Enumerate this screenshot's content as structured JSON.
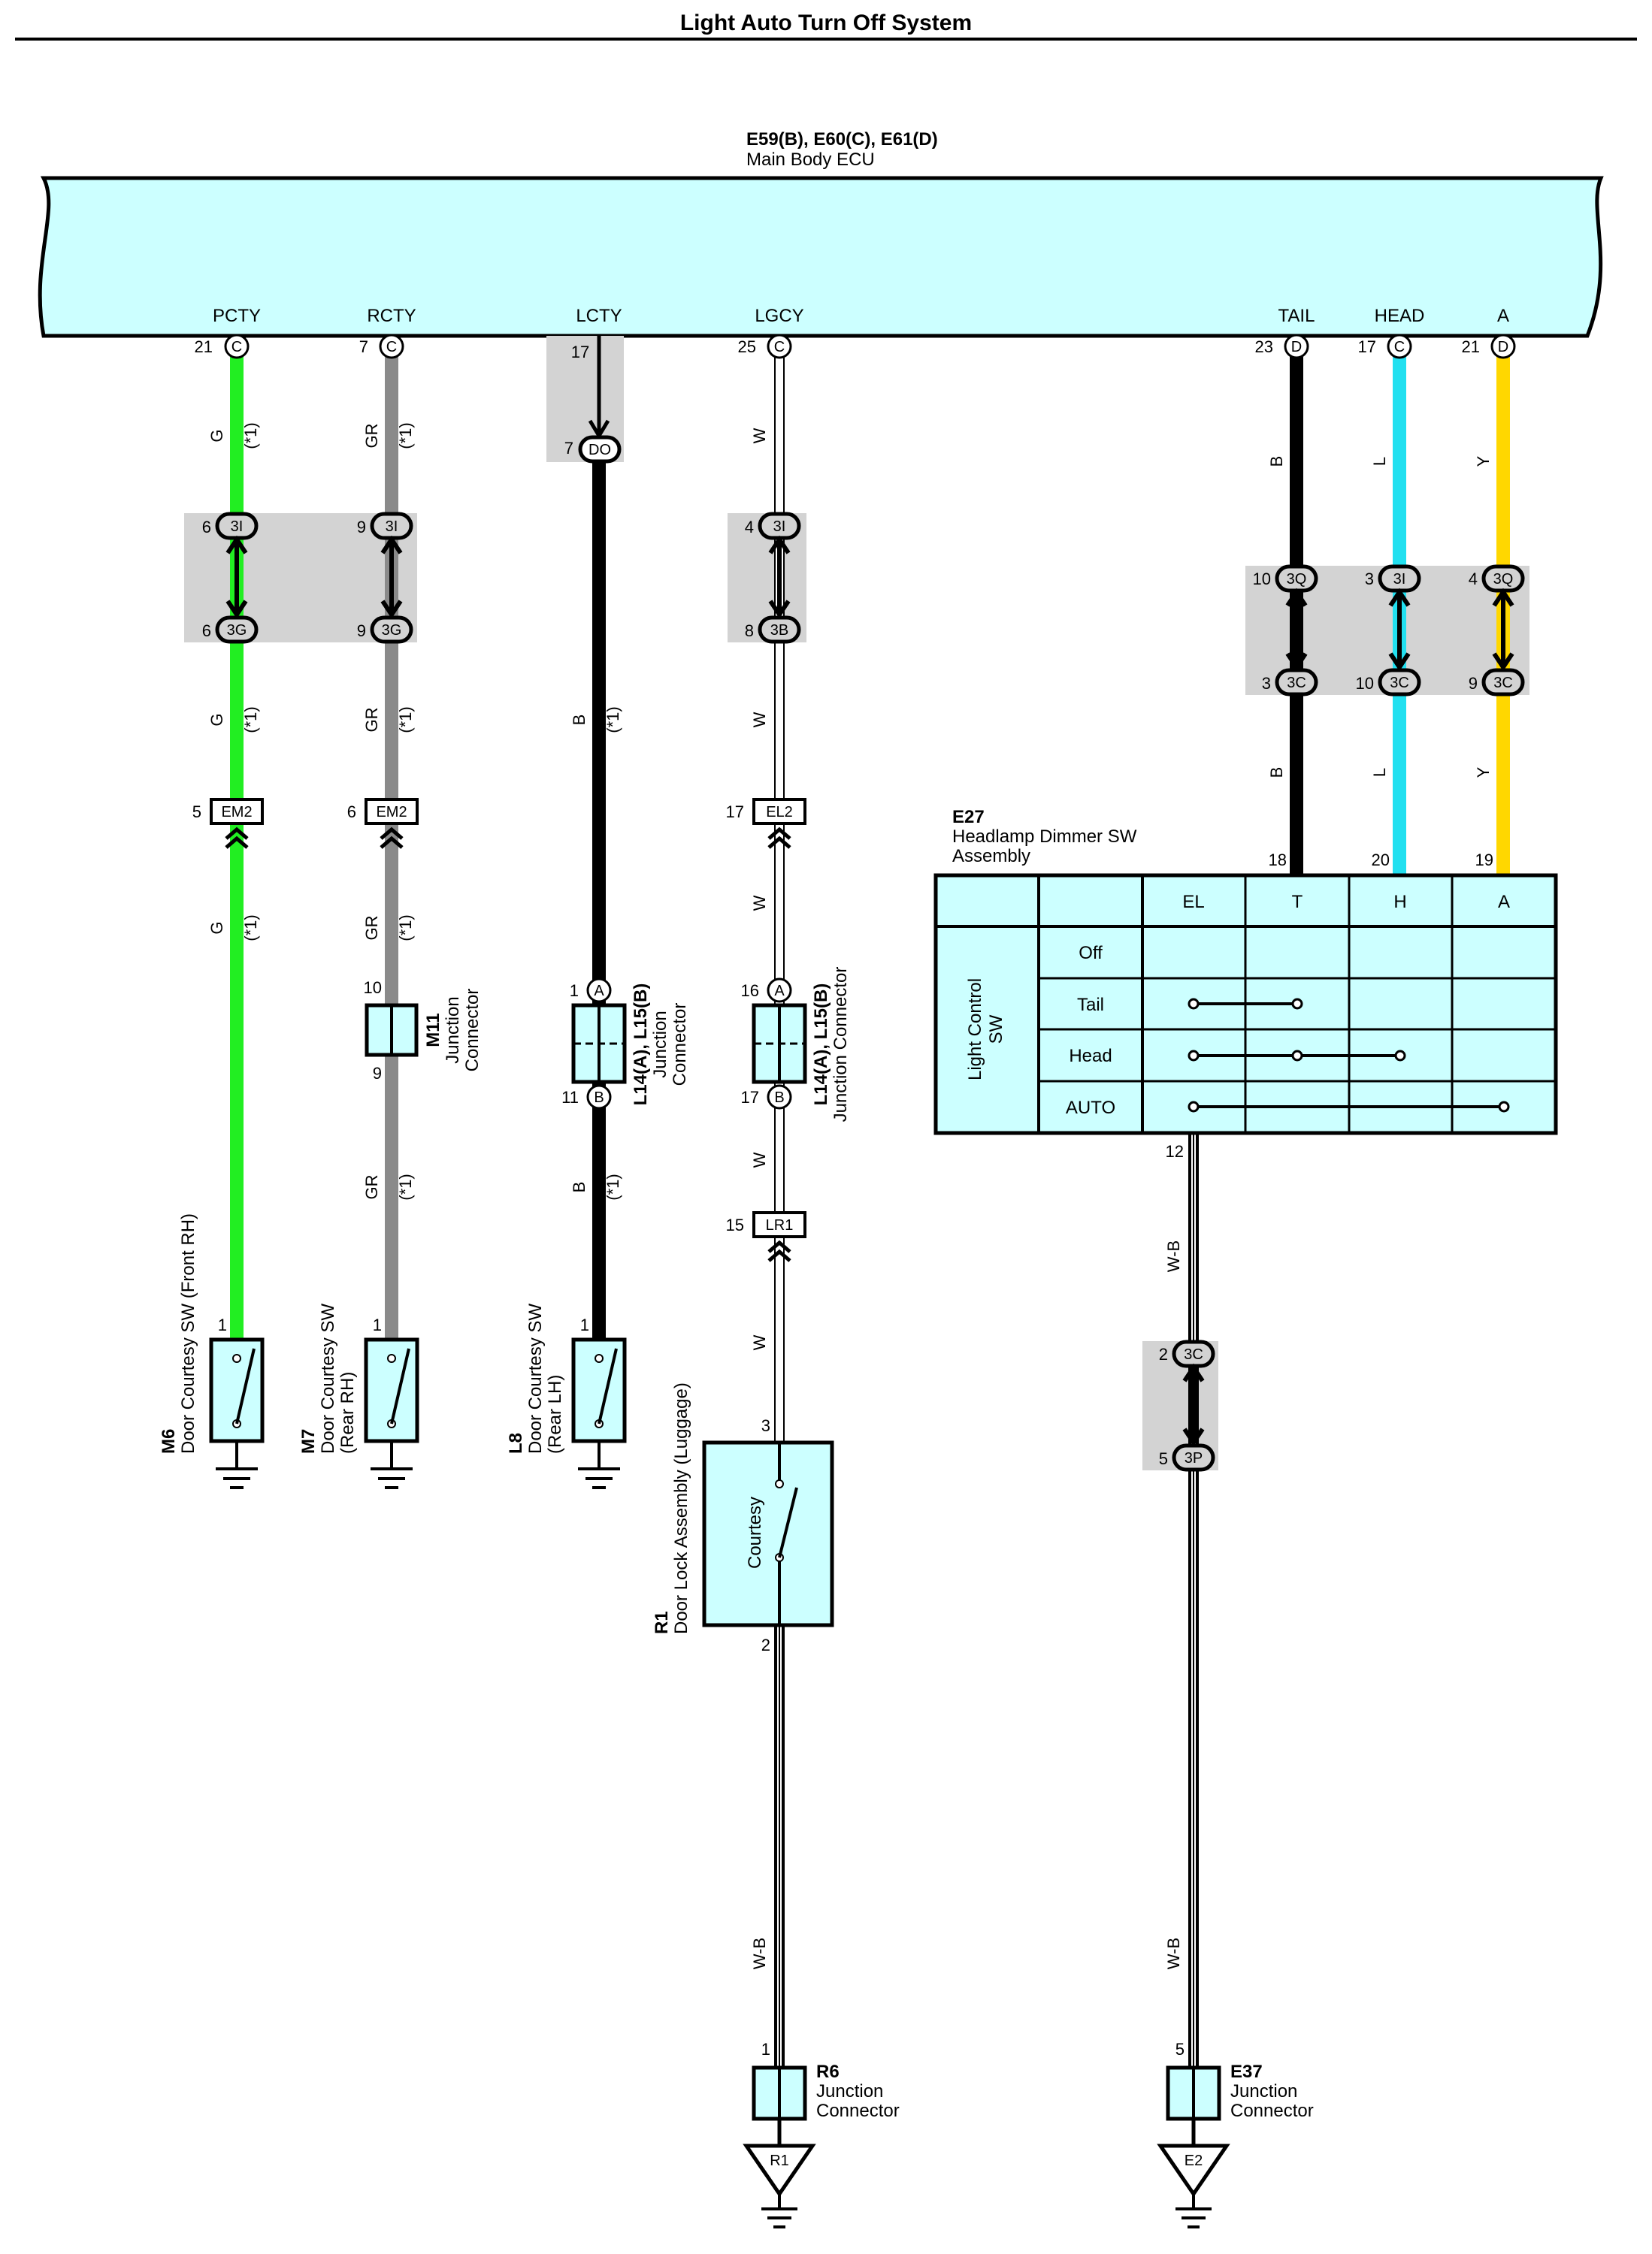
{
  "page": {
    "title": "Light Auto Turn Off System"
  },
  "ecu": {
    "ids": "E59(B), E60(C), E61(D)",
    "name": "Main Body ECU",
    "terminals": [
      {
        "name": "PCTY",
        "pin": "21",
        "conn": "C"
      },
      {
        "name": "RCTY",
        "pin": "7",
        "conn": "C"
      },
      {
        "name": "LCTY",
        "pin": "17",
        "conn": ""
      },
      {
        "name": "LGCY",
        "pin": "25",
        "conn": "C"
      },
      {
        "name": "TAIL",
        "pin": "23",
        "conn": "D"
      },
      {
        "name": "HEAD",
        "pin": "17",
        "conn": "C"
      },
      {
        "name": "A",
        "pin": "21",
        "conn": "D"
      }
    ]
  },
  "wire_colors": {
    "G": "#22ee22",
    "GR": "#8a8a8a",
    "B": "#000000",
    "W": "#ffffff",
    "L": "#22e0f0",
    "Y": "#ffd700",
    "W-B": "#000000",
    "component_fill": "#ccffff",
    "relay_shade": "#d3d3d3"
  },
  "note": "(*1)",
  "pcty": {
    "wire": "G",
    "j1": {
      "pin_top": "6",
      "conn_top": "3I",
      "pin_bot": "6",
      "conn_bot": "3G"
    },
    "em": {
      "pin": "5",
      "label": "EM2"
    },
    "sw_pin": "1",
    "sw_id": "M6",
    "sw_name": "Door Courtesy SW (Front RH)"
  },
  "rcty": {
    "wire": "GR",
    "j1": {
      "pin_top": "9",
      "conn_top": "3I",
      "pin_bot": "9",
      "conn_bot": "3G"
    },
    "em": {
      "pin": "6",
      "label": "EM2"
    },
    "m11": {
      "pin_top": "10",
      "pin_bot": "9",
      "id": "M11",
      "name1": "Junction",
      "name2": "Connector"
    },
    "sw_pin": "1",
    "sw_id": "M7",
    "sw_name1": "Door Courtesy SW",
    "sw_name2": "(Rear RH)"
  },
  "lcty": {
    "wire": "B",
    "do": {
      "pin": "7",
      "label": "DO"
    },
    "l14": {
      "pin_top": "1",
      "conn_top": "A",
      "pin_bot": "11",
      "conn_bot": "B",
      "id": "L14(A), L15(B)",
      "name1": "Junction",
      "name2": "Connector"
    },
    "sw_pin": "1",
    "sw_id": "L8",
    "sw_name1": "Door Courtesy SW",
    "sw_name2": "(Rear LH)"
  },
  "lgcy": {
    "wire": "W",
    "j1": {
      "pin_top": "4",
      "conn_top": "3I",
      "pin_bot": "8",
      "conn_bot": "3B"
    },
    "el": {
      "pin": "17",
      "label": "EL2"
    },
    "l14": {
      "pin_top": "16",
      "conn_top": "A",
      "pin_bot": "17",
      "conn_bot": "B",
      "id": "L14(A), L15(B)",
      "name": "Junction Connector"
    },
    "lr": {
      "pin": "15",
      "label": "LR1"
    },
    "r1": {
      "pin_top": "3",
      "pin_bot": "2",
      "id": "R1",
      "name": "Door Lock Assembly (Luggage)",
      "inner": "Courtesy"
    },
    "wb": "W-B",
    "r6": {
      "pin": "1",
      "id": "R6",
      "name1": "Junction",
      "name2": "Connector",
      "ground": "R1"
    }
  },
  "headlamp_wires": {
    "tail": {
      "wire": "B",
      "pin_top": "10",
      "conn_top": "3Q",
      "pin_bot": "3",
      "conn_bot": "3C",
      "sw_pin": "18"
    },
    "head": {
      "wire": "L",
      "pin_top": "3",
      "conn_top": "3I",
      "pin_bot": "10",
      "conn_bot": "3C",
      "sw_pin": "20"
    },
    "a": {
      "wire": "Y",
      "pin_top": "4",
      "conn_top": "3Q",
      "pin_bot": "9",
      "conn_bot": "3C",
      "sw_pin": "19"
    }
  },
  "e27": {
    "id": "E27",
    "name1": "Headlamp Dimmer SW",
    "name2": "Assembly",
    "columns": [
      "EL",
      "T",
      "H",
      "A"
    ],
    "rows": [
      "Off",
      "Tail",
      "Head",
      "AUTO"
    ],
    "side_label1": "Light Control",
    "side_label2": "SW",
    "out_pin": "12"
  },
  "e27_out": {
    "wire": "W-B",
    "j": {
      "pin_top": "2",
      "conn_top": "3C",
      "pin_bot": "5",
      "conn_bot": "3P"
    },
    "e37": {
      "pin": "5",
      "id": "E37",
      "name1": "Junction",
      "name2": "Connector",
      "ground": "E2"
    }
  }
}
